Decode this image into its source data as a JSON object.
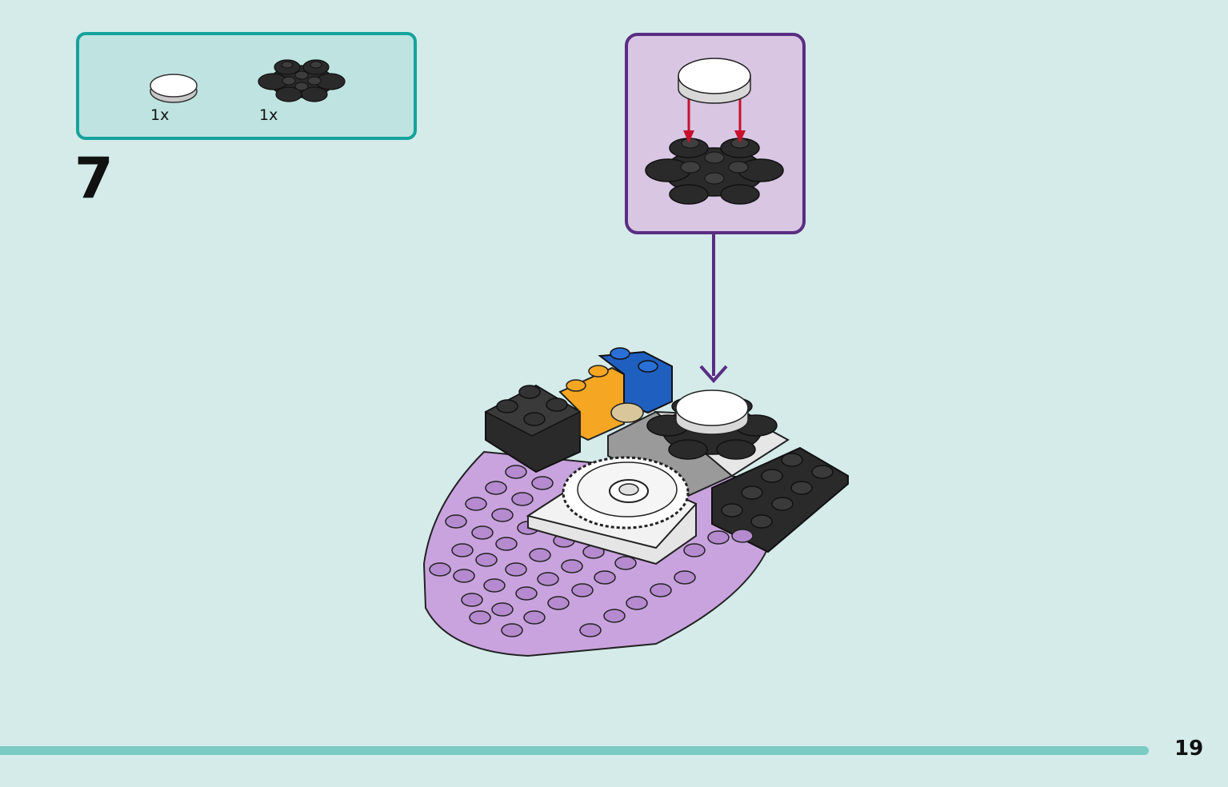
{
  "parts_list": {
    "items": [
      {
        "name": "round-tile-white",
        "quantity": "1x",
        "color": "#ffffff"
      },
      {
        "name": "flower-plate-black",
        "quantity": "1x",
        "color": "#222222"
      }
    ]
  },
  "step": {
    "number": "7"
  },
  "page": {
    "number": "19"
  },
  "colors": {
    "background": "#d4ebea",
    "parts_border": "#15a39c",
    "callout_border": "#5a2d82",
    "arrow_red": "#c8102e",
    "lavender": "#c9a3de",
    "bar": "#7ccac4"
  }
}
